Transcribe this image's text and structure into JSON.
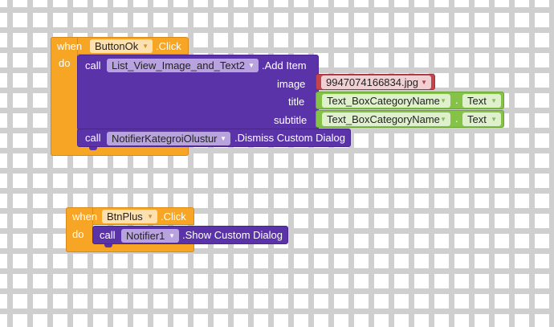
{
  "block1": {
    "when": "when",
    "component": "ButtonOk",
    "event": ".Click",
    "do": "do",
    "call1": {
      "call": "call",
      "component": "List_View_Image_and_Text2",
      "method": ".Add Item",
      "args": {
        "image_label": "image",
        "image_value": "9947074166834.jpg",
        "title_label": "title",
        "title_component": "Text_BoxCategoryName",
        "title_dot": ".",
        "title_property": "Text",
        "subtitle_label": "subtitle",
        "subtitle_component": "Text_BoxCategoryName",
        "subtitle_dot": ".",
        "subtitle_property": "Text"
      }
    },
    "call2": {
      "call": "call",
      "component": "NotifierKategroiOlustur",
      "method": ".Dismiss Custom Dialog"
    }
  },
  "block2": {
    "when": "when",
    "component": "BtnPlus",
    "event": ".Click",
    "do": "do",
    "call1": {
      "call": "call",
      "component": "Notifier1",
      "method": ".Show Custom Dialog"
    }
  },
  "colors": {
    "event": "#f6a524",
    "procedure": "#5b33a8",
    "text_socket": "#c2454d",
    "getter": "#84c346",
    "grid": "#cfcfcf"
  }
}
